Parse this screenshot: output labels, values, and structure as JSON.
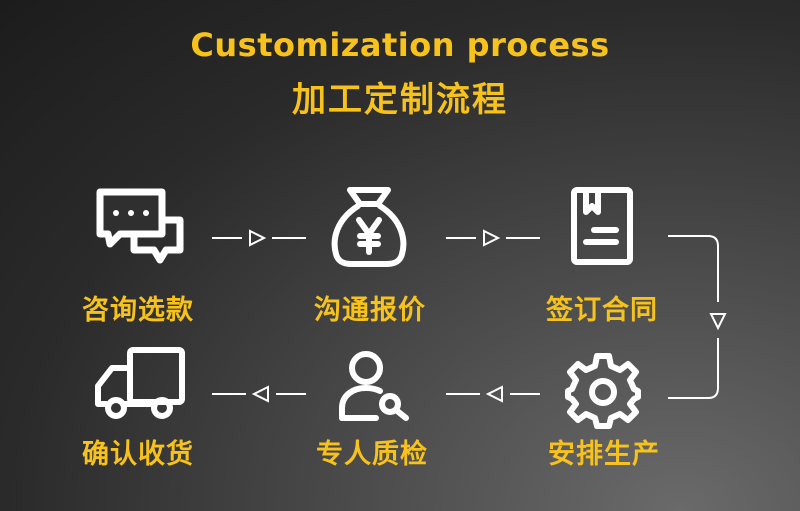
{
  "title": {
    "en": "Customization process",
    "cn": "加工定制流程"
  },
  "steps": [
    {
      "label": "咨询选款",
      "icon": "chat-bubbles-icon"
    },
    {
      "label": "沟通报价",
      "icon": "money-bag-icon"
    },
    {
      "label": "签订合同",
      "icon": "contract-icon"
    },
    {
      "label": "安排生产",
      "icon": "gear-icon"
    },
    {
      "label": "专人质检",
      "icon": "inspector-icon"
    },
    {
      "label": "确认收货",
      "icon": "truck-icon"
    }
  ],
  "colors": {
    "accent": "#f7c21b",
    "icon": "#ffffff"
  }
}
